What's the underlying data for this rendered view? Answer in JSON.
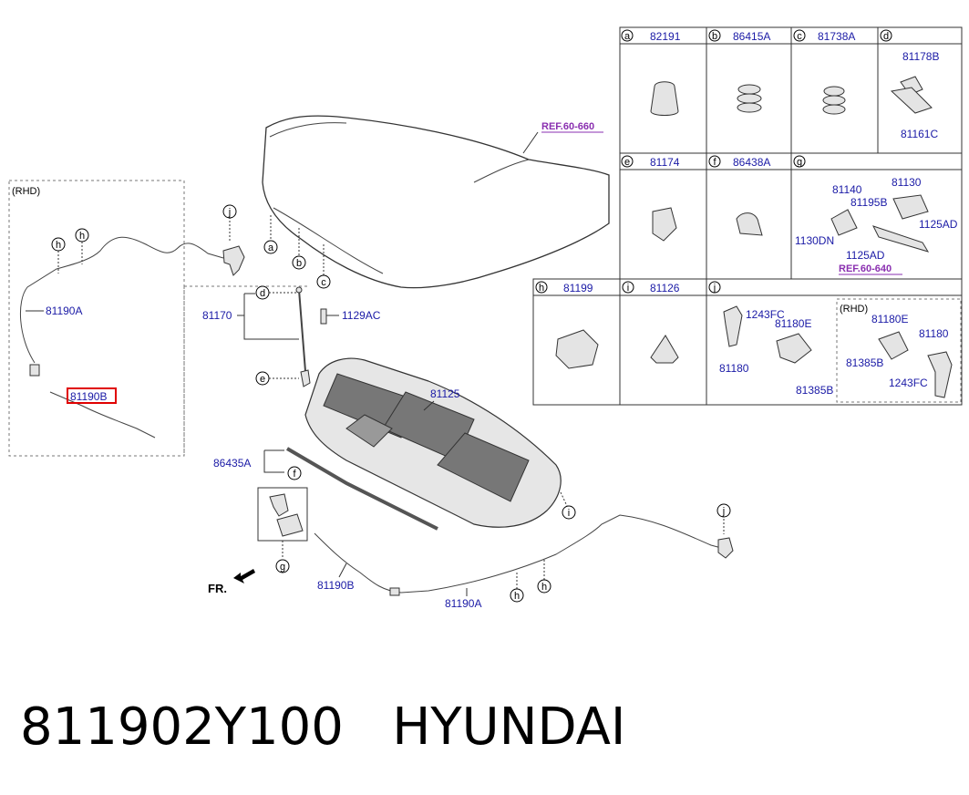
{
  "labels": {
    "rhd_left": "(RHD)",
    "rhd_right": "(RHD)",
    "cable_81190A_left": "81190A",
    "cable_81190B_left": "81190B",
    "cable_81190B_bottom": "81190B",
    "cable_81190A_bottom": "81190A",
    "rod_81170": "81170",
    "bolt_1129AC": "1129AC",
    "pad_81125": "81125",
    "seal_86435A": "86435A",
    "ref_hood": "REF.60-660",
    "fr": "FR."
  },
  "circles": {
    "a": "a",
    "b": "b",
    "c": "c",
    "d": "d",
    "e": "e",
    "f": "f",
    "g": "g",
    "h": "h",
    "i": "i",
    "j": "j"
  },
  "grid": {
    "a": {
      "letter": "a",
      "part": "82191"
    },
    "b": {
      "letter": "b",
      "part": "86415A"
    },
    "c": {
      "letter": "c",
      "part": "81738A"
    },
    "d": {
      "letter": "d",
      "part": "",
      "sub1": "81178B",
      "sub2": "81161C"
    },
    "e": {
      "letter": "e",
      "part": "81174"
    },
    "f": {
      "letter": "f",
      "part": "86438A"
    },
    "g": {
      "letter": "g",
      "part": "",
      "p1": "81130",
      "p2": "81140",
      "p3": "81195B",
      "p4": "1125AD",
      "p5": "1130DN",
      "p6": "1125AD",
      "ref": "REF.60-640"
    },
    "h": {
      "letter": "h",
      "part": "81199"
    },
    "i": {
      "letter": "i",
      "part": "81126"
    },
    "j": {
      "letter": "j",
      "part": "",
      "p1": "1243FC",
      "p2": "81180E",
      "p3": "81180",
      "p4": "81385B",
      "r1": "81180E",
      "r2": "81180",
      "r3": "81385B",
      "r4": "1243FC"
    }
  },
  "footer": {
    "part_number": "811902Y100",
    "brand": "HYUNDAI"
  }
}
